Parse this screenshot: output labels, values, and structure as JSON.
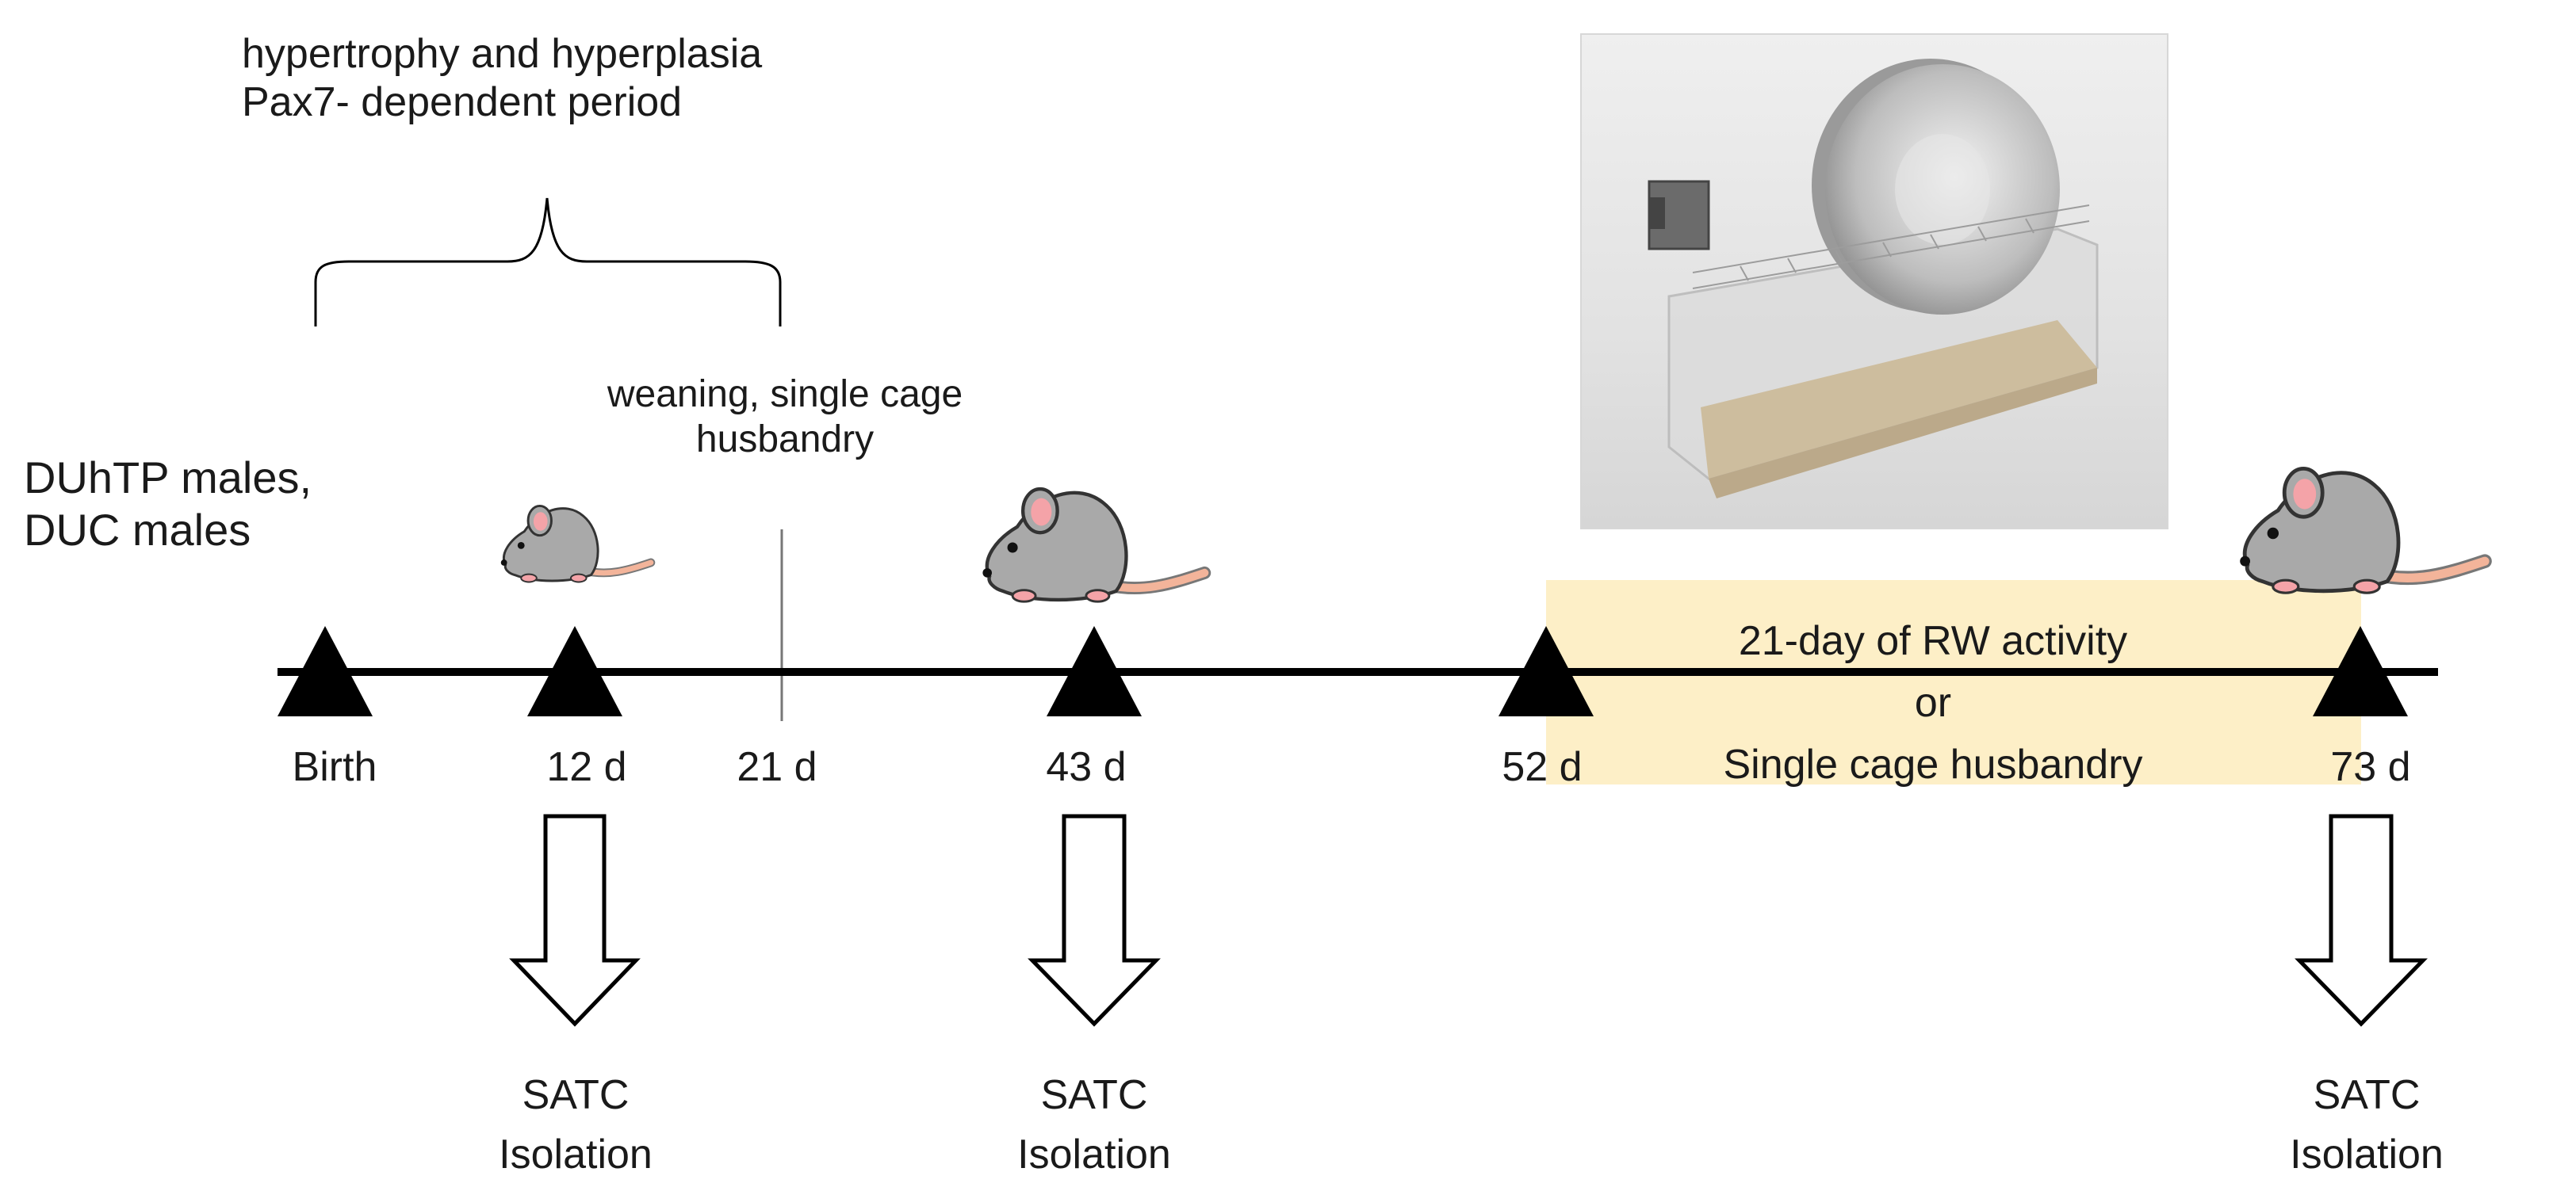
{
  "period": {
    "line1": "hypertrophy and hyperplasia",
    "line2": "Pax7- dependent period"
  },
  "groups": {
    "line1": "DUhTP males,",
    "line2": "DUC males"
  },
  "weaning": {
    "line1": "weaning, single cage",
    "line2": "husbandry"
  },
  "timepoints": [
    {
      "label": "Birth"
    },
    {
      "label": "12 d"
    },
    {
      "label": "21 d"
    },
    {
      "label": "43 d"
    },
    {
      "label": "52 d"
    },
    {
      "label": "73 d"
    }
  ],
  "activity_box": {
    "line1": "21-day of RW activity",
    "line2": "or",
    "line3": "Single cage husbandry"
  },
  "isolation": [
    {
      "line1": "SATC",
      "line2": "Isolation"
    },
    {
      "line1": "SATC",
      "line2": "Isolation"
    },
    {
      "line1": "SATC",
      "line2": "Isolation"
    }
  ],
  "colors": {
    "timeline": "#000000",
    "activity_box": "#fdefc7",
    "mouse_body": "#a9a9a9",
    "mouse_ear": "#f4a3a8",
    "mouse_tail": "#f3b49a"
  }
}
